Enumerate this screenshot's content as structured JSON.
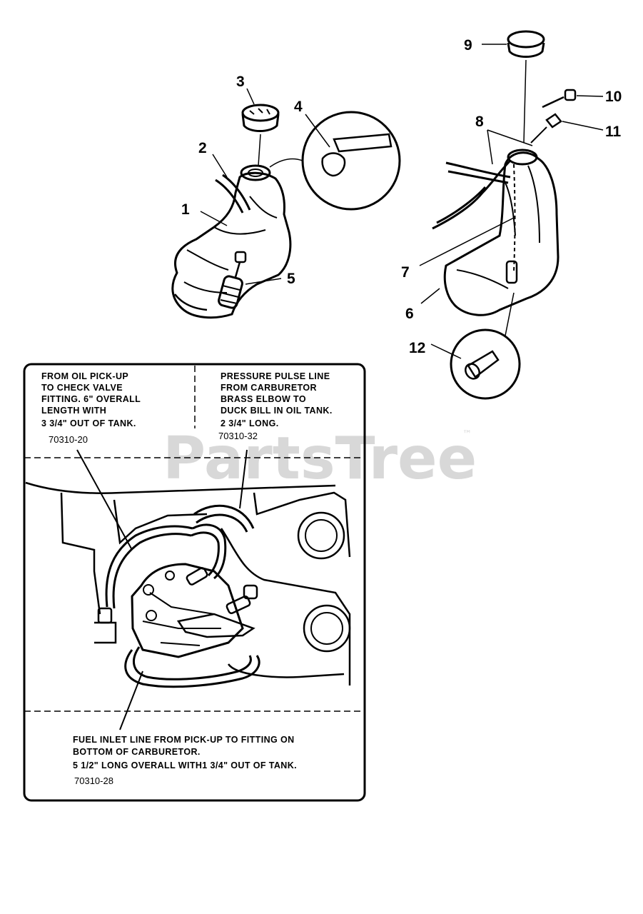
{
  "callouts": {
    "c1": "1",
    "c2": "2",
    "c3": "3",
    "c4": "4",
    "c5": "5",
    "c6": "6",
    "c7": "7",
    "c8": "8",
    "c9": "9",
    "c10": "10",
    "c11": "11",
    "c12": "12"
  },
  "notes": {
    "oil_pickup": {
      "lines": [
        "FROM OIL PICK-UP",
        "TO CHECK VALVE",
        "FITTING. 6\" OVERALL",
        "LENGTH WITH",
        "3 3/4\" OUT OF TANK."
      ],
      "part_number": "70310-20"
    },
    "pressure_pulse": {
      "lines": [
        "PRESSURE PULSE LINE",
        "FROM CARBURETOR",
        "BRASS ELBOW TO",
        "DUCK BILL IN OIL TANK.",
        "2 3/4\" LONG."
      ],
      "part_number": "70310-32"
    },
    "fuel_inlet": {
      "lines": [
        "FUEL INLET LINE FROM PICK-UP TO FITTING ON",
        "BOTTOM OF CARBURETOR.",
        "5 1/2\" LONG OVERALL WITH1 3/4\" OUT OF TANK."
      ],
      "part_number": "70310-28"
    }
  },
  "watermark": {
    "text": "PartsTree",
    "trademark": "™"
  }
}
